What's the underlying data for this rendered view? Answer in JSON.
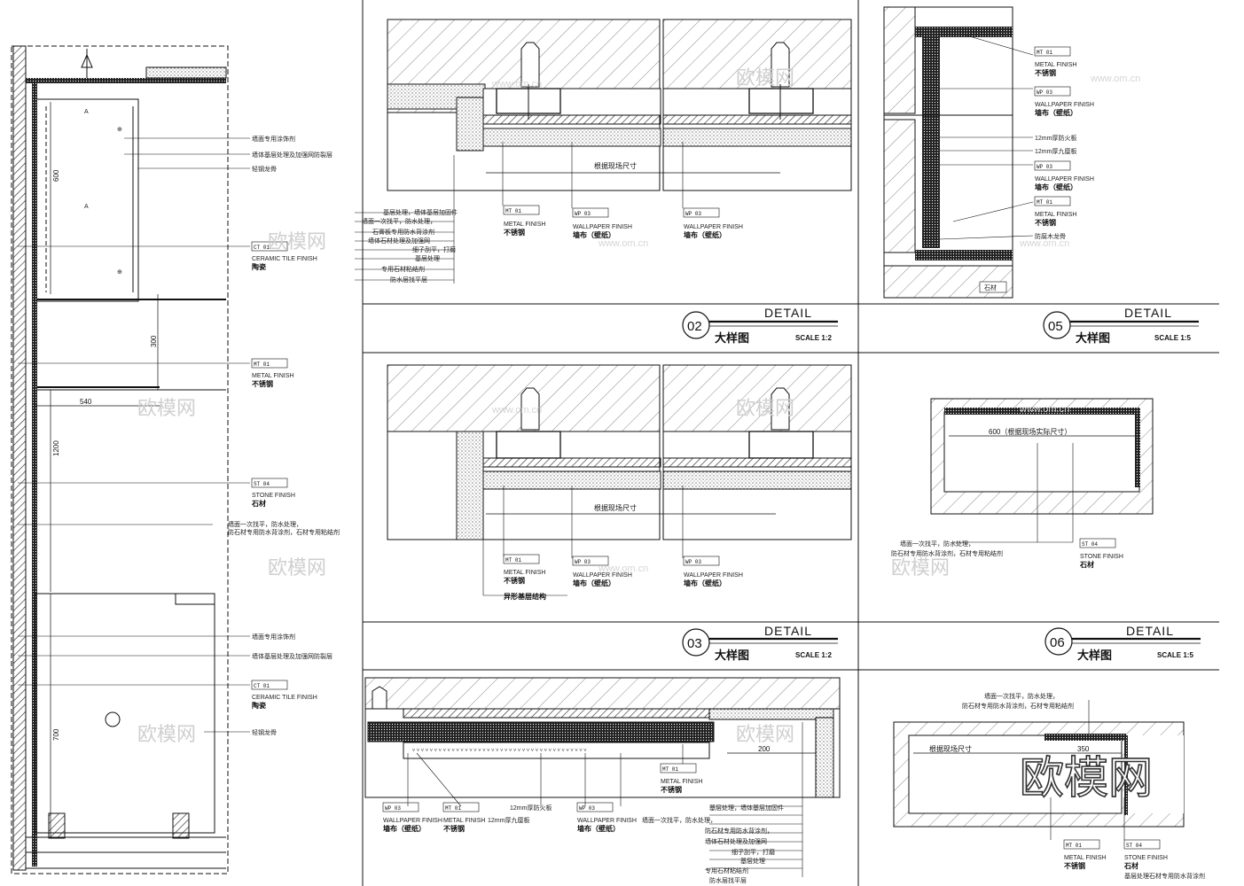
{
  "watermark": {
    "cn": "欧模网",
    "url": "www.om.cn",
    "logo": "欧模网"
  },
  "elevation": {
    "labels": [
      "墙面专用涂饰剂",
      "墙体基层处理及加强网防裂层",
      "轻钢龙骨",
      "CERAMIC TILE FINISH",
      "陶瓷",
      "METAL FINISH",
      "不锈钢",
      "STONE FINISH",
      "石材",
      "墙面一次找平，防水处理，",
      "防石材专用防水背涂剂，石材专用粘结剂",
      "墙面专用涂饰剂",
      "墙体基层处理及加强网防裂层",
      "CERAMIC TILE FINISH",
      "陶瓷",
      "轻钢龙骨"
    ],
    "tags": [
      "CT 01",
      "MT 01",
      "ST 04",
      "CT 01"
    ],
    "dims": [
      "600",
      "300",
      "540",
      "1200",
      "700"
    ]
  },
  "panels": {
    "p02": {
      "number": "02",
      "detail": "DETAIL",
      "title": "大样图",
      "scale": "SCALE 1:2",
      "notes_left": [
        "基层处理，墙体基层加固件",
        "墙面一次找平，防水处理，",
        "石膏板专用防水背涂剂",
        "墙体石材处理及加强网",
        "细子刮平，打磨",
        "基层处理",
        "专用石材粘结剂",
        "防水层找平层"
      ],
      "callouts": [
        {
          "tag": "MT 01",
          "en": "METAL FINISH",
          "cn": "不锈钢"
        },
        {
          "tag": "WP 03",
          "en": "WALLPAPER FINISH",
          "cn": "墙布（壁纸）"
        },
        {
          "tag": "WP 03",
          "en": "WALLPAPER FINISH",
          "cn": "墙布（壁纸）"
        }
      ],
      "dim": "根据现场尺寸"
    },
    "p03": {
      "number": "03",
      "detail": "DETAIL",
      "title": "大样图",
      "scale": "SCALE 1:2",
      "callouts": [
        {
          "tag": "MT 01",
          "en": "METAL FINISH",
          "cn": "不锈钢"
        },
        {
          "tag": "WP 03",
          "en": "WALLPAPER FINISH",
          "cn": "墙布（壁纸）"
        },
        {
          "tag": "WP 03",
          "en": "WALLPAPER FINISH",
          "cn": "墙布（壁纸）"
        }
      ],
      "extra": "异形基层结构",
      "dim": "根据现场尺寸"
    },
    "p04": {
      "callouts": [
        {
          "tag": "WP 03",
          "en": "WALLPAPER FINISH",
          "cn": "墙布（壁纸）"
        },
        {
          "tag": "MT 01",
          "en": "METAL FINISH",
          "cn": "不锈钢"
        },
        {
          "tag": "WP 03",
          "en": "WALLPAPER FINISH",
          "cn": "墙布（壁纸）"
        }
      ],
      "mid": [
        "12mm厚防火板",
        "12mm厚九厘板"
      ],
      "right_notes": [
        "基层处理，墙体基层加固件",
        "墙面一次找平，防水处理，",
        "防石材专用防水背涂剂，",
        "墙体石材处理及加强网",
        "细子刮平，打磨",
        "基层处理",
        "专用石材粘结剂",
        "防水层找平层"
      ],
      "dim": "200",
      "tag_r": {
        "tag": "MT 01",
        "en": "METAL FINISH",
        "cn": "不锈钢"
      }
    },
    "p05": {
      "number": "05",
      "detail": "DETAIL",
      "title": "大样图",
      "scale": "SCALE 1:5",
      "callouts": [
        {
          "tag": "MT 01",
          "en": "METAL FINISH",
          "cn": "不锈钢"
        },
        {
          "tag": "WP 03",
          "en": "WALLPAPER FINISH",
          "cn": "墙布（壁纸）"
        },
        {
          "tag": "WP 03",
          "en": "WALLPAPER FINISH",
          "cn": "墙布（壁纸）"
        },
        {
          "tag": "MT 01",
          "en": "METAL FINISH",
          "cn": "不锈钢"
        }
      ],
      "mid": [
        "12mm厚防火板",
        "12mm厚九厘板"
      ],
      "last": "防腐木龙骨",
      "box": "石材"
    },
    "p06": {
      "number": "06",
      "detail": "DETAIL",
      "title": "大样图",
      "scale": "SCALE 1:5",
      "dim": "600（根据现场实际尺寸）",
      "notes": [
        "墙面一次找平，防水处理，",
        "防石材专用防水背涂剂，石材专用粘结剂"
      ],
      "callout": {
        "tag": "ST 04",
        "en": "STONE FINISH",
        "cn": "石材"
      }
    },
    "p07": {
      "notes": [
        "墙面一次找平，防水处理，",
        "防石材专用防水背涂剂，石材专用粘结剂"
      ],
      "dim_left": "根据现场尺寸",
      "dim": "350",
      "callouts": [
        {
          "tag": "MT 01",
          "en": "METAL FINISH",
          "cn": "不锈钢"
        },
        {
          "tag": "ST 04",
          "en": "STONE FINISH",
          "cn": "石材"
        }
      ],
      "bottom": "基层处理石材专用防水背涂剂"
    }
  }
}
